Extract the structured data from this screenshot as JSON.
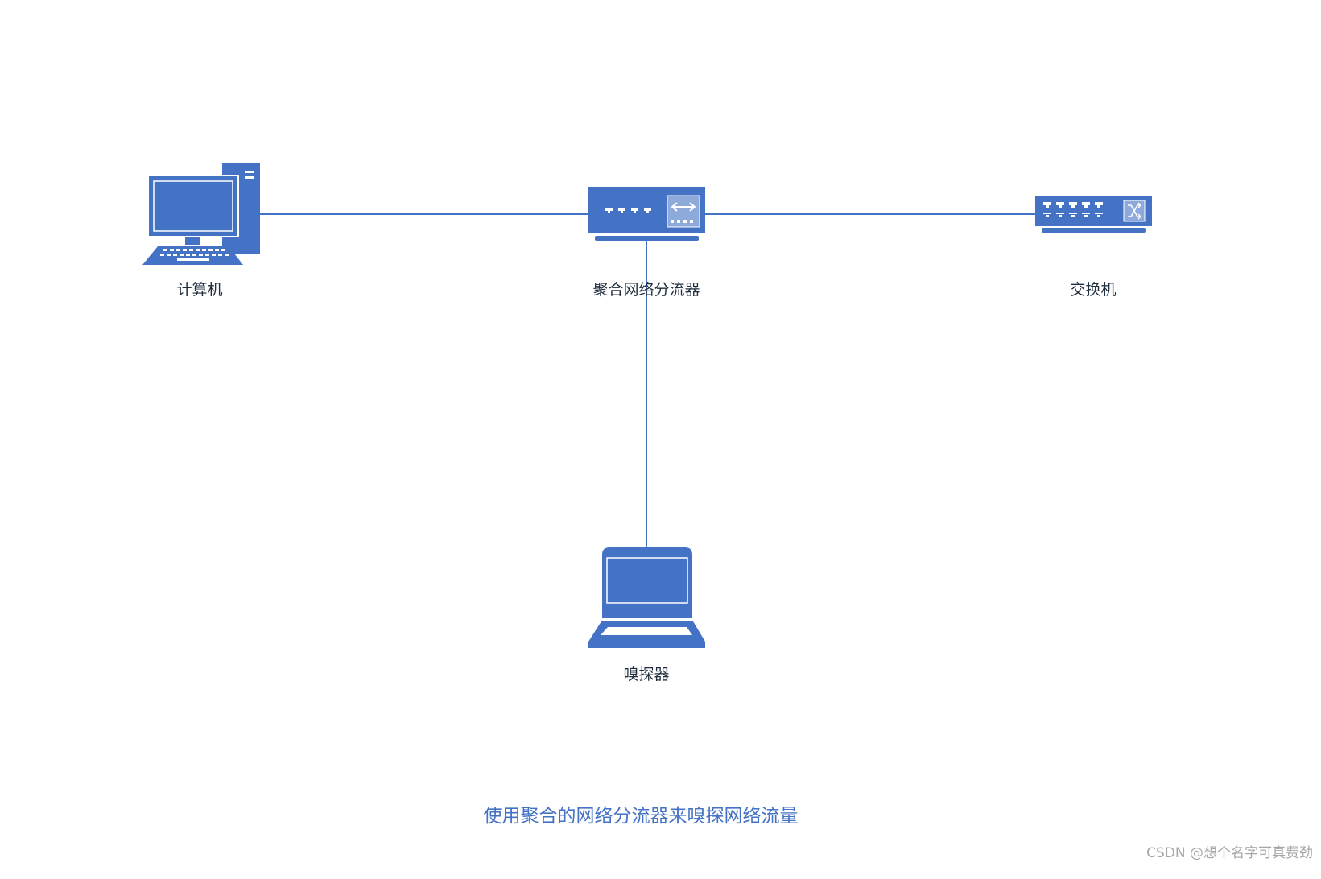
{
  "diagram": {
    "nodes": [
      {
        "id": "computer",
        "label": "计算机",
        "icon": "desktop-computer-icon"
      },
      {
        "id": "tap",
        "label": "聚合网络分流器",
        "icon": "network-tap-icon"
      },
      {
        "id": "switch",
        "label": "交换机",
        "icon": "network-switch-icon"
      },
      {
        "id": "sniffer",
        "label": "嗅探器",
        "icon": "laptop-icon"
      }
    ],
    "edges": [
      {
        "from": "computer",
        "to": "tap"
      },
      {
        "from": "tap",
        "to": "switch"
      },
      {
        "from": "tap",
        "to": "sniffer"
      }
    ],
    "caption": "使用聚合的网络分流器来嗅探网络流量",
    "colors": {
      "icon": "#4472c4",
      "line": "#4472c4",
      "label": "#1f2d3d",
      "caption": "#4472c4",
      "watermark": "#a6a6a6"
    }
  },
  "watermark": "CSDN @想个名字可真费劲"
}
